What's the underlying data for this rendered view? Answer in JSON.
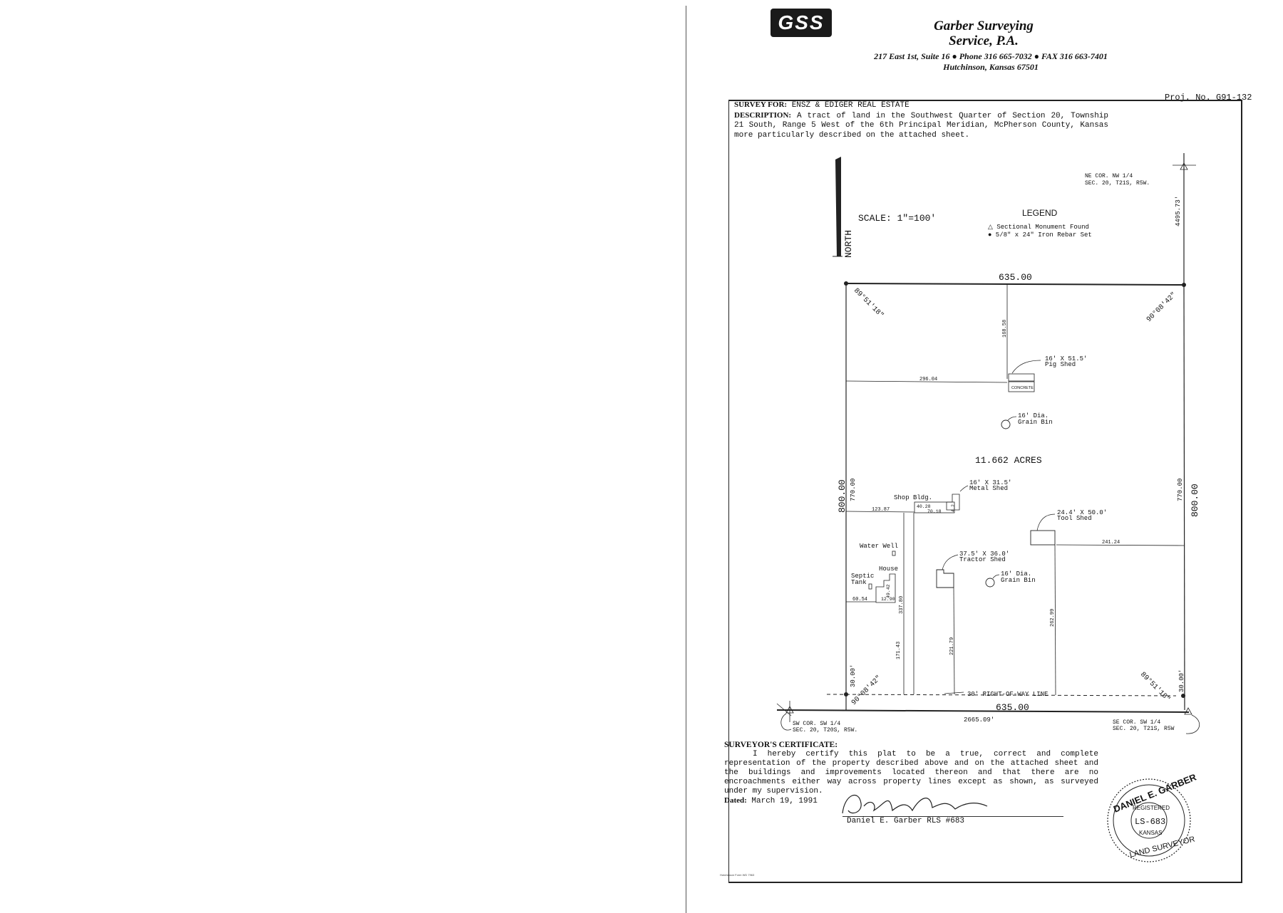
{
  "header": {
    "logo_text": "GSS",
    "company_line1": "Garber Surveying",
    "company_line2": "Service, P.A.",
    "address_line1": "217 East 1st, Suite 16 ● Phone 316 665-7032 ● FAX 316 663-7401",
    "address_line2": "Hutchinson, Kansas 67501"
  },
  "project_number": "Proj. No. G91-132",
  "survey": {
    "for_label": "SURVEY FOR:",
    "for_value": "ENSZ & EDIGER REAL ESTATE",
    "description_label": "DESCRIPTION:",
    "description_text": "A tract of land in the Southwest Quarter of Section 20, Township 21 South, Range 5 West of the 6th Principal Meridian, McPherson County, Kansas more particularly described on the attached sheet."
  },
  "plat": {
    "north": "NORTH",
    "scale": "SCALE: 1\"=100'",
    "legend_title": "LEGEND",
    "legend_items": [
      "△ Sectional Monument Found",
      "● 5/8\" x 24\" Iron Rebar Set"
    ],
    "ne_corner": [
      "NE COR. NW 1/4",
      "SEC. 20, T21S, R5W."
    ],
    "sw_corner": [
      "SW COR. SW 1/4",
      "SEC. 20, T20S, R5W."
    ],
    "se_corner": [
      "SE COR. SW 1/4",
      "SEC. 20, T21S, R5W"
    ],
    "dim_top": "635.00",
    "dim_bottom": "635.00",
    "dim_left": "800.00",
    "dim_right": "800.00",
    "dim_left_inner": "770.00",
    "dim_right_inner": "770.00",
    "dim_north_tie": "4495.73'",
    "dim_south_tie": "2665.09'",
    "angle_nw": "89°51'18\"",
    "angle_ne": "90°08'42\"",
    "angle_sw": "90°08'42\"",
    "angle_se": "89°51'18\"",
    "row_left": "30.00'",
    "row_right": "30.00'",
    "row_label": "30' RIGHT-OF-WAY LINE",
    "acres": "11.662 ACRES",
    "dim_168": "168.58",
    "dim_296": "296.04",
    "dim_123": "123.87",
    "dim_40": "40.28",
    "dim_70": "70.18",
    "dim_4": "4.2",
    "dim_241": "241.24",
    "dim_60": "60.54",
    "dim_12": "12.90",
    "dim_49": "49.42",
    "dim_337": "337.80",
    "dim_171": "171.43",
    "dim_221": "221.79",
    "dim_262": "262.99",
    "pig_shed": [
      "16' X 51.5'",
      "Pig Shed"
    ],
    "concrete": "CONCRETE",
    "grain_bin_1": [
      "16' Dia.",
      "Grain Bin"
    ],
    "metal_shed": [
      "16' X 31.5'",
      "Metal Shed"
    ],
    "shop_bldg": "Shop Bldg.",
    "tool_shed": [
      "24.4' X 50.0'",
      "Tool Shed"
    ],
    "water_well": "Water Well",
    "house": "House",
    "septic": [
      "Septic",
      "Tank"
    ],
    "tractor_shed": [
      "37.5' X 36.0'",
      "Tractor Shed"
    ],
    "grain_bin_2": [
      "16' Dia.",
      "Grain Bin"
    ]
  },
  "certificate": {
    "title": "SURVEYOR'S CERTIFICATE:",
    "text": "I hereby certify this plat to be a true, correct and complete representation of the property described above and on the attached sheet and the buildings and improvements located thereon and that there are no encroachments either way across property lines except as shown, as surveyed under my supervision.",
    "dated_label": "Dated:",
    "dated_value": "March 19, 1991",
    "signature_name": "Daniel E. Garber  RLS #683"
  },
  "seal": {
    "top": "DANIEL E. GARBER",
    "registered": "REGISTERED",
    "number": "LS-683",
    "state": "KANSAS",
    "bottom": "LAND SURVEYOR"
  },
  "footnote": "Hutchinson Form WD 7963"
}
